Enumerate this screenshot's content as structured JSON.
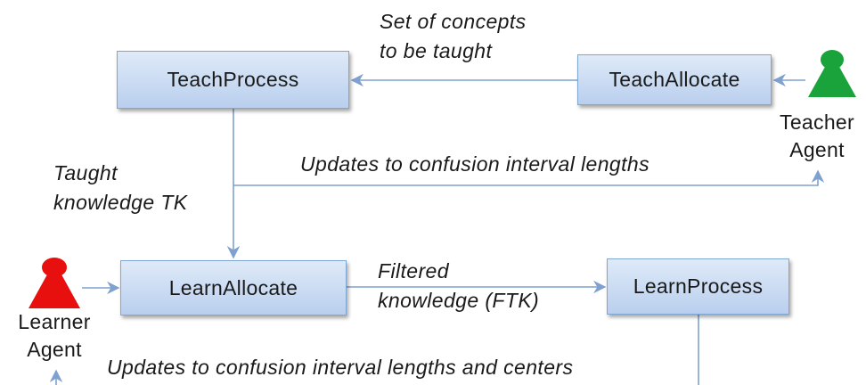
{
  "processes": {
    "teach_process": "TeachProcess",
    "teach_allocate": "TeachAllocate",
    "learn_allocate": "LearnAllocate",
    "learn_process": "LearnProcess"
  },
  "labels": {
    "set_of_concepts_line1": "Set of concepts",
    "set_of_concepts_line2": "to be taught",
    "taught_knowledge_line1": "Taught",
    "taught_knowledge_line2": "knowledge TK",
    "updates_lengths": "Updates to confusion interval lengths",
    "filtered_line1": "Filtered",
    "filtered_line2": "knowledge (FTK)",
    "updates_lengths_centers": "Updates to confusion interval lengths and centers"
  },
  "agents": {
    "teacher": {
      "line1": "Teacher",
      "line2": "Agent",
      "color": "#1aa33a",
      "icon": "person-icon"
    },
    "learner": {
      "line1": "Learner",
      "line2": "Agent",
      "color": "#e8100f",
      "icon": "person-icon"
    }
  },
  "colors": {
    "box_fill_top": "#dfeaf8",
    "box_fill_bottom": "#b9cfee",
    "box_border": "#7fa7d4",
    "arrow": "#7fa1cf"
  }
}
